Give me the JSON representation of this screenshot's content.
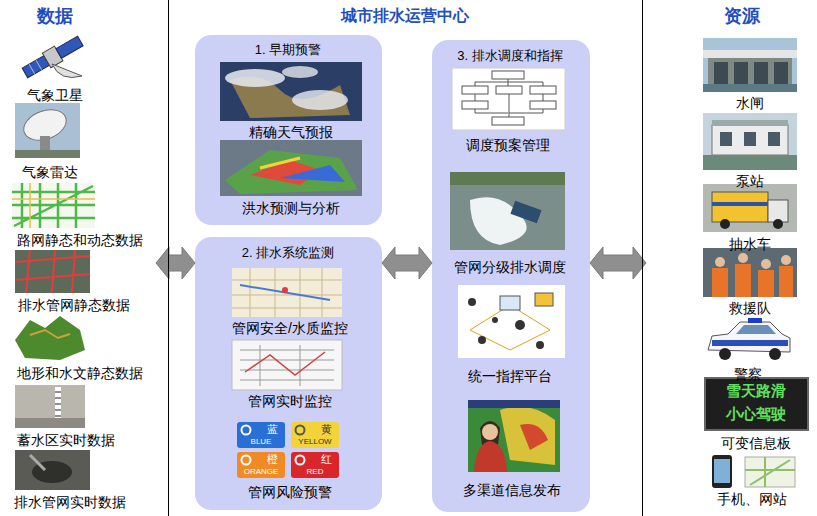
{
  "diagram": {
    "nodes": [
      {
        "text": [
          "数据",
          "气象卫星",
          "气象雷达",
          "路网静态和动态数据",
          "排水管网静态数据",
          "地形和水文静态数据",
          "蓄水区实时数据",
          "排水管网实时数据"
        ]
      },
      {
        "text": [
          "城市排水运营中心"
        ]
      },
      {
        "text": [
          "1. 早期预警",
          "精确天气预报",
          "洪水预测与分析"
        ],
        "in": 1
      },
      {
        "text": [
          "2. 排水系统监测",
          "管网安全/水质监控",
          "管网实时监控",
          "管网风险预警"
        ],
        "in": 1
      },
      {
        "text": [
          "3. 排水调度和指挥",
          "调度预案管理",
          "管网分级排水调度",
          "统一指挥平台",
          "多渠道信息发布"
        ],
        "in": 1
      },
      {
        "text": [
          "资源",
          "水闸",
          "泵站",
          "抽水车",
          "救援队",
          "警察",
          "可变信息板",
          "手机、网站"
        ]
      }
    ],
    "edges": [
      {
        "from": 0,
        "to": 3,
        "arrow": "both"
      },
      {
        "from": 3,
        "to": 4,
        "arrow": "both"
      },
      {
        "from": 4,
        "to": 5,
        "arrow": "both"
      }
    ],
    "labels": [
      "蓝",
      "BLUE",
      "黄",
      "YELLOW",
      "橙",
      "ORANGE",
      "红",
      "RED",
      "雪天路滑",
      "小心驾驶"
    ]
  }
}
